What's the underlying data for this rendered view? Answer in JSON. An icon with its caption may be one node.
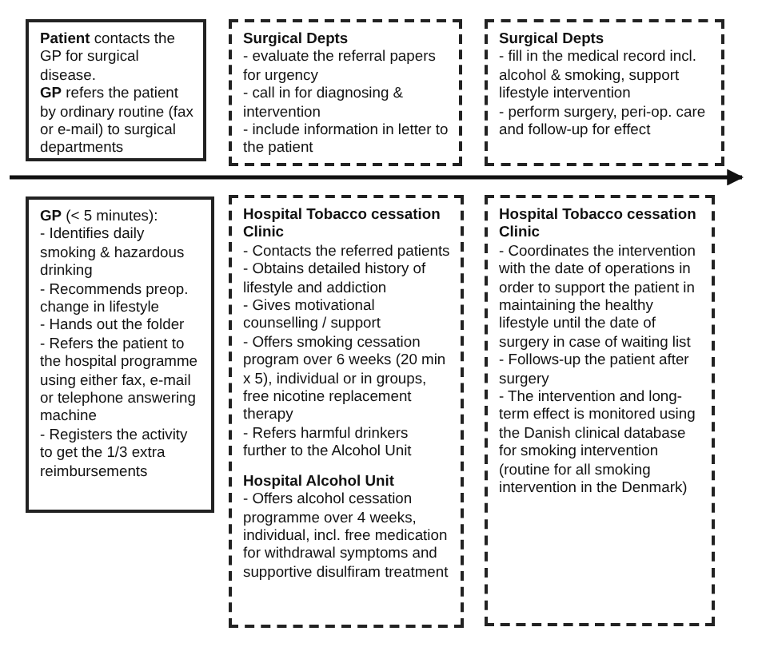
{
  "diagram": {
    "nodes": [
      {
        "text": [
          "**Patient** contacts the GP for surgical disease.",
          "**GP** refers the patient by ordinary routine (fax or e-mail) to surgical departments"
        ]
      },
      {
        "text": [
          "**Surgical Depts**",
          "- evaluate the referral papers for urgency",
          "- call in for diagnosing & intervention",
          "- include information in letter to the patient"
        ]
      },
      {
        "text": [
          "**Surgical Depts**",
          "- fill in the medical record incl. alcohol & smoking, support lifestyle intervention",
          "- perform surgery, peri-op. care and follow-up for effect"
        ]
      },
      {
        "text": [
          "**GP** (< 5 minutes):",
          "- Identifies daily smoking & hazardous drinking",
          "- Recommends preop. change in lifestyle",
          "- Hands out the folder",
          "- Refers the patient to the hospital programme using either fax, e-mail or telephone answering machine",
          "- Registers the activity to get the 1/3 extra reimbursements"
        ]
      },
      {
        "text": [
          "**Hospital Tobacco cessation Clinic**",
          "- Contacts the referred patients",
          "- Obtains detailed history of lifestyle and addiction",
          "- Gives motivational counselling / support",
          "- Offers smoking cessation program over 6 weeks (20 min x 5), individual or in groups, free nicotine replacement therapy",
          "- Refers harmful drinkers further to the Alcohol Unit",
          "**Hospital Alcohol Unit**",
          "- Offers alcohol cessation programme over 4 weeks, individual, incl. free medication for withdrawal symptoms and supportive disulfiram treatment"
        ]
      },
      {
        "text": [
          "**Hospital Tobacco cessation Clinic**",
          "- Coordinates the intervention with the date of operations in order to support the patient in maintaining the healthy lifestyle until the date of surgery in case of waiting list",
          "- Follows-up the patient after surgery",
          "- The intervention and long-term effect is monitored using the Danish clinical database for smoking intervention (routine for all smoking intervention in the Denmark)"
        ]
      }
    ]
  }
}
